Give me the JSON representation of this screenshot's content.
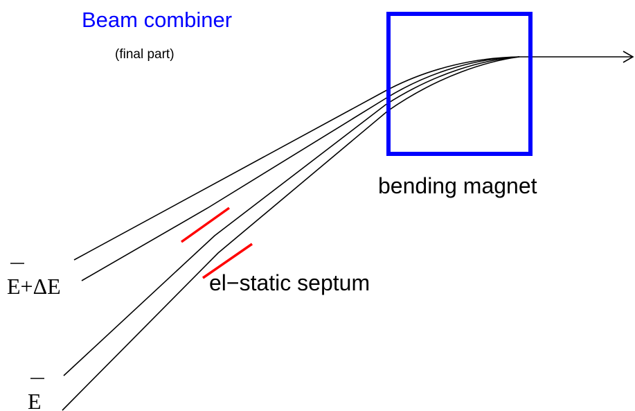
{
  "title": "Beam combiner",
  "subtitle": "(final part)",
  "labels": {
    "magnet": "bending magnet",
    "septum": "el−static septum",
    "energy_high": "E+ΔE",
    "energy_nominal": "E"
  },
  "colors": {
    "title": "#0000ff",
    "magnet": "#0000ff",
    "septum": "#ff0000",
    "beam": "#000000",
    "text": "#000000"
  }
}
